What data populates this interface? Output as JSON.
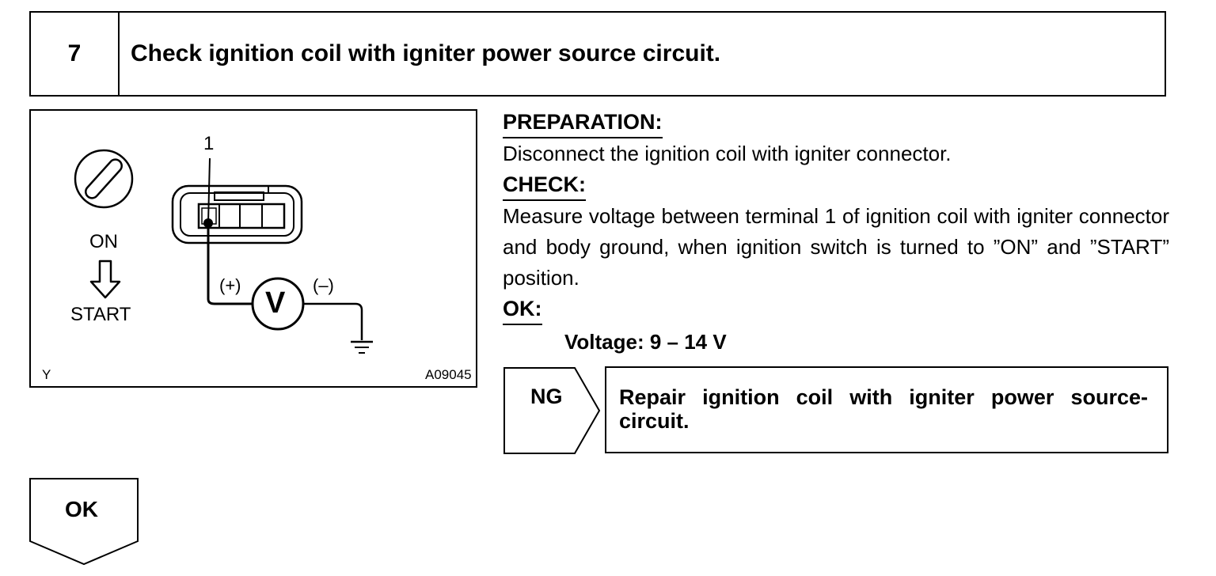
{
  "header": {
    "step_number": "7",
    "title": "Check ignition coil with igniter power source circuit."
  },
  "figure": {
    "terminal_label": "1",
    "switch_on": "ON",
    "switch_start": "START",
    "plus_label": "(+)",
    "minus_label": "(–)",
    "meter_symbol": "V",
    "corner_code": "Y",
    "figure_code": "A09045",
    "icons": [
      "ignition-key-icon",
      "down-arrow-icon",
      "connector-icon",
      "voltmeter-icon",
      "ground-icon"
    ]
  },
  "instructions": {
    "preparation_label": "PREPARATION:",
    "preparation_text": "Disconnect the ignition coil with igniter connector.",
    "check_label": "CHECK:",
    "check_text": "Measure voltage between terminal 1 of ignition coil with igniter connector and body ground, when ignition switch is turned to ”ON” and ”START” position.",
    "ok_label": "OK:",
    "spec": "Voltage: 9 – 14 V"
  },
  "ng_branch": {
    "label": "NG",
    "action": "Repair ignition coil with igniter power source-circuit."
  },
  "ok_branch": {
    "label": "OK"
  }
}
